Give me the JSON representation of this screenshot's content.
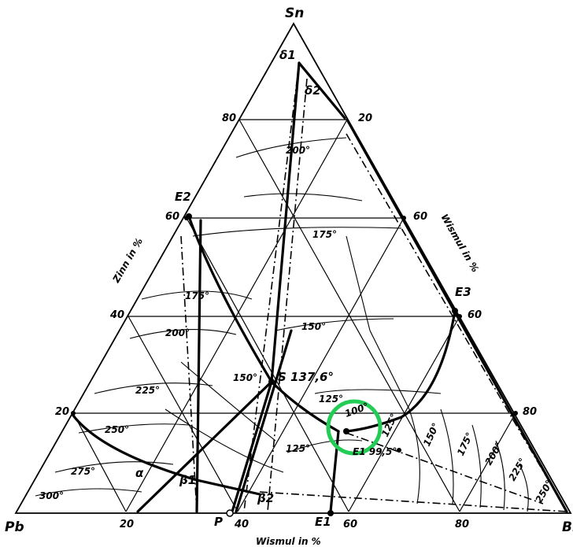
{
  "corners": {
    "top": "Sn",
    "left": "Pb",
    "right": "Bi"
  },
  "axis_titles": {
    "bottom": "Wismul in %",
    "left": "Zinn in %",
    "right": "Wismul in %"
  },
  "ticks": {
    "left": [
      "80",
      "60",
      "40",
      "20"
    ],
    "right": [
      "20",
      "60",
      "60",
      "80"
    ],
    "bottom": [
      "20",
      "40",
      "60",
      "80"
    ]
  },
  "temperatures": [
    "200°",
    "175°",
    "175°",
    "200°",
    "150°",
    "150°",
    "225°",
    "250°",
    "275°",
    "300°",
    "125°",
    "125°",
    "100°",
    "125°",
    "150°",
    "175°",
    "200°",
    "225°",
    "250°"
  ],
  "point_labels": {
    "s": "S 137,6°",
    "e1_bottom": "E1",
    "e1_mid": "E1 99,5°",
    "e2": "E2",
    "e3": "E3",
    "p": "P",
    "alpha": "α",
    "beta1": "β1",
    "beta2": "β2",
    "delta1": "δ1",
    "delta2": "δ2"
  },
  "colors": {
    "ink": "#000000",
    "highlight": "#22cc55",
    "paper": "#ffffff"
  }
}
